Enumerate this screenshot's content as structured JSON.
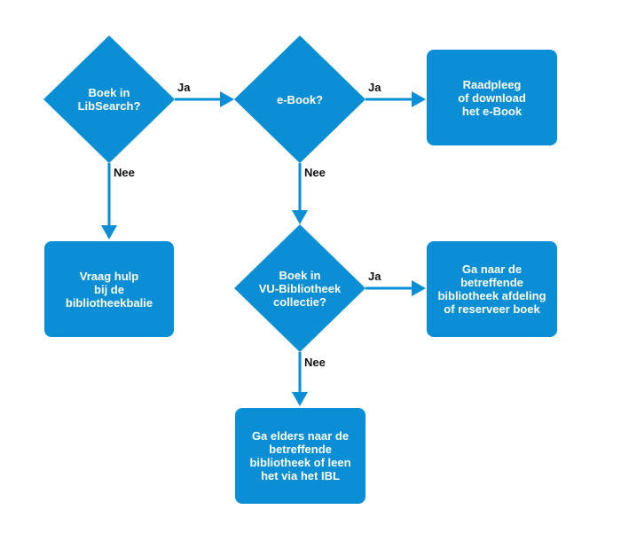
{
  "colors": {
    "node_fill": "#0a8fd6",
    "arrow": "#0a8fd6",
    "text": "#ffffff",
    "label": "#111111"
  },
  "nodes": {
    "q_libsearch": {
      "lines": [
        "Boek in",
        "LibSearch?"
      ]
    },
    "q_ebook": {
      "lines": [
        "e-Book?"
      ]
    },
    "q_collectie": {
      "lines": [
        "Boek in",
        "VU-Bibliotheek",
        "collectie?"
      ]
    },
    "a_download": {
      "lines": [
        "Raadpleeg",
        "of download",
        "het e-Book"
      ]
    },
    "a_hulp": {
      "lines": [
        "Vraag hulp",
        "bij de",
        "bibliotheekbalie"
      ]
    },
    "a_afdeling": {
      "lines": [
        "Ga naar de",
        "betreffende",
        "bibliotheek afdeling",
        "of reserveer boek"
      ]
    },
    "a_ibl": {
      "lines": [
        "Ga elders naar de",
        "betreffende",
        "bibliotheek of leen",
        "het via het IBL"
      ]
    }
  },
  "edges": {
    "libsearch_ja": "Ja",
    "libsearch_nee": "Nee",
    "ebook_ja": "Ja",
    "ebook_nee": "Nee",
    "collectie_ja": "Ja",
    "collectie_nee": "Nee"
  }
}
